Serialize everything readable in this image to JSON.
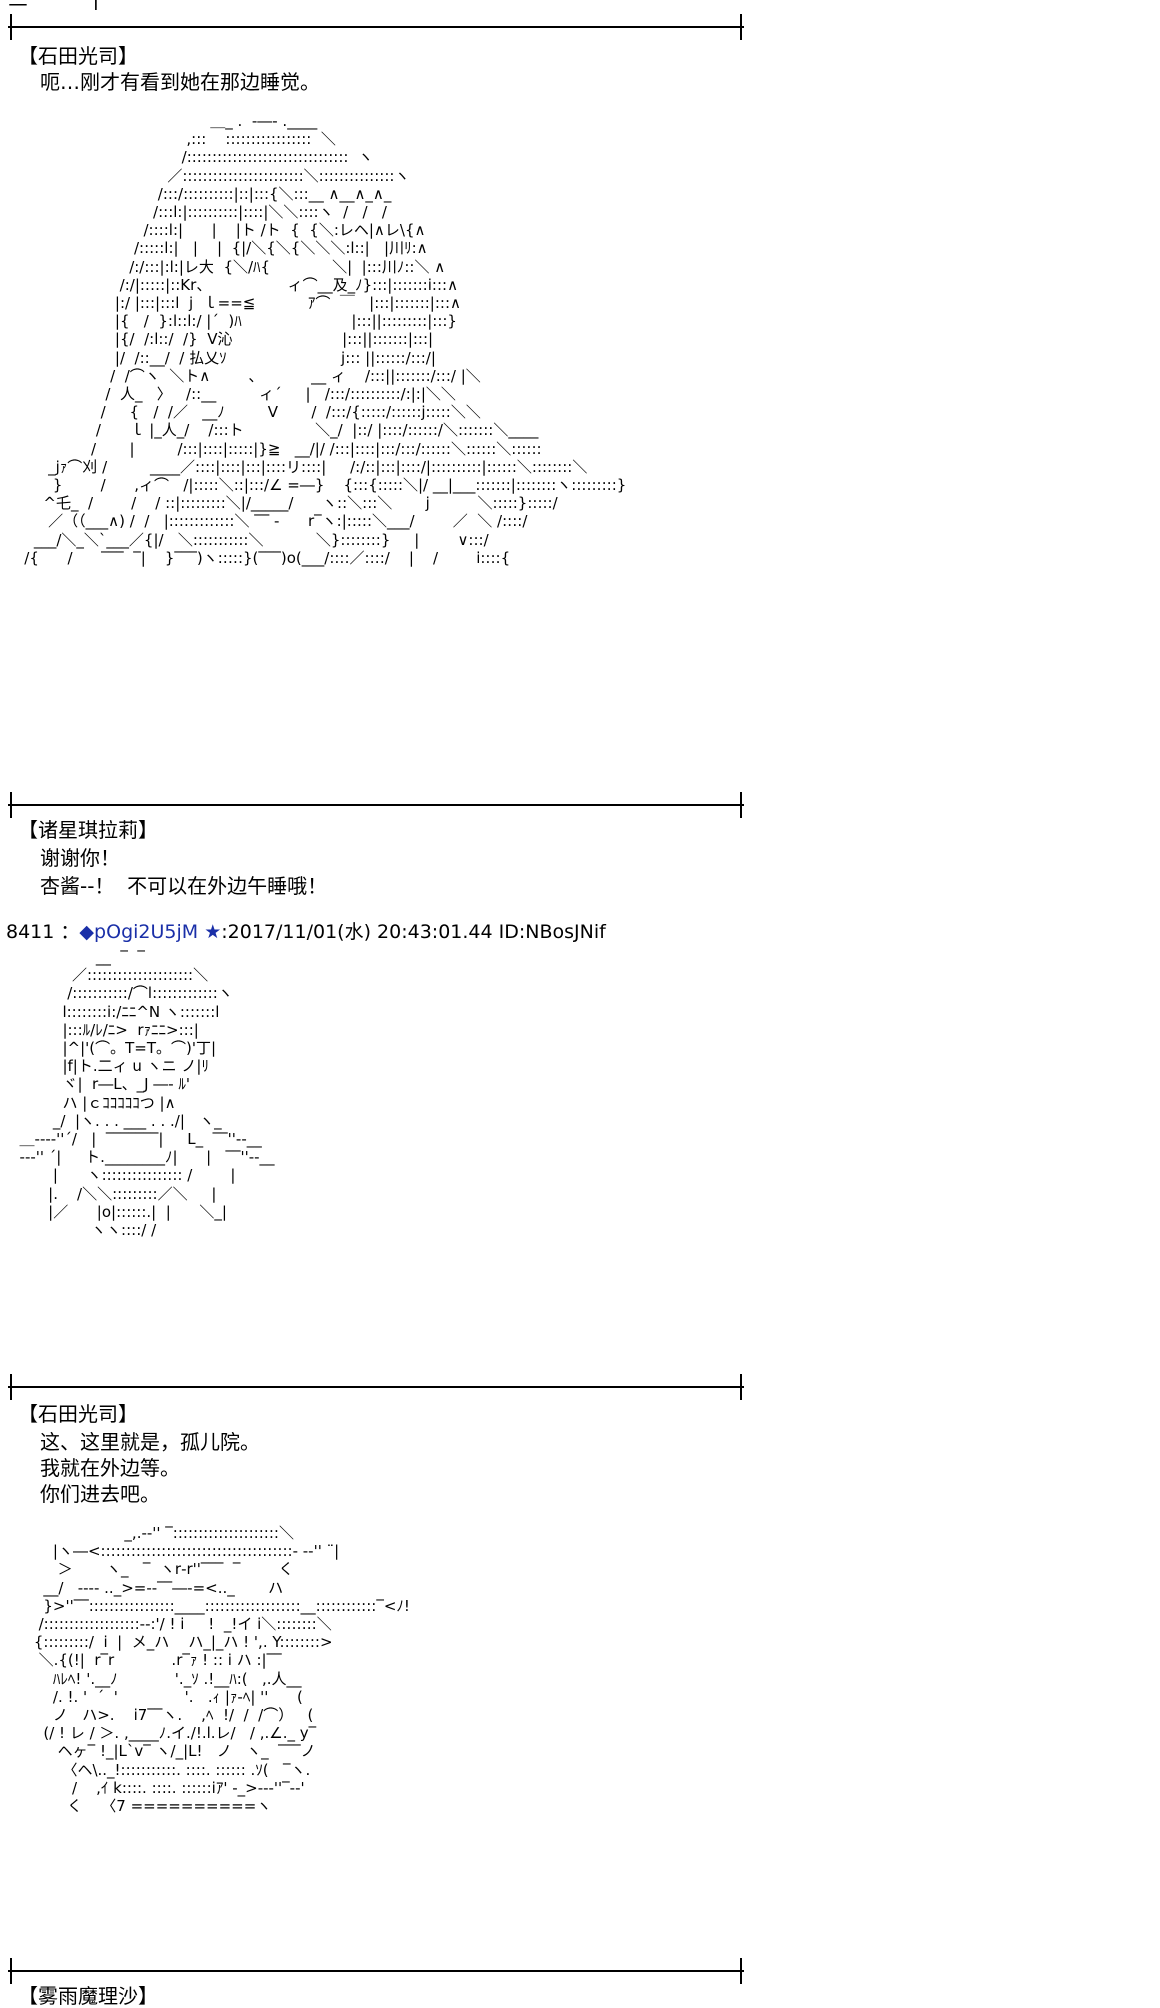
{
  "top_fragment": "三  ―     |",
  "dialogue": [
    {
      "speaker": "【石田光司】",
      "lines": [
        "呃…刚才有看到她在那边睡觉。"
      ]
    },
    {
      "speaker": "【诸星琪拉莉】",
      "lines": [
        "谢谢你！",
        "杏酱--！  不可以在外边午睡哦！"
      ]
    },
    {
      "speaker": "【石田光司】",
      "lines": [
        "这、这里就是，孤儿院。",
        "我就在外边等。",
        "你们进去吧。"
      ]
    },
    {
      "speaker": "【雾雨魔理沙】",
      "lines": []
    }
  ],
  "post": {
    "number": "8411",
    "separator": "：",
    "diamond": "◆",
    "trip": "pOgi2U5jM",
    "star": "★",
    "datetime": ":2017/11/01(水) 20:43:01.44 ID:NBosJNif"
  },
  "ascii_art": {
    "sleeping_girl": "                                          ＿_ .  -―- .____\n                                     ,:::    :::::::::::::::::  ＼\n                                    /::::::::::::::::::::::::::::::::  ヽ\n                                 ／::::::::::::::::::::::::＼:::::::::::::::ヽ\n                               /:::/::::::::::|::|:::{＼:::__ ∧__∧_∧_\n                              /:::l:|::::::::::|::::|＼＼::::ヽ  /   /   /\n                            /::::l:|      |    |ト /ト  {  {＼:レヘ|∧レ\\{∧\n                          /:::::l:|   |    |  {|/＼{＼{＼＼＼:l::|   |川ﾘ:∧\n                         /:/:::|:l:|レ大  {＼/ﾊ{             ＼|  |:::川ﾉ::＼ ∧\n                       /:/|:::::|::Kr、                ィ⌒__及_ﾉ}:::|:::::::i:::∧\n                      |:/ |:::|:::l  j  ｌ==≦           ｱ⌒  ￣   |:::|:::::::|:::∧\n                      |{   /  }:l::l:/ |´  )ﾊ                       |:::||:::::::::|:::}\n                      |{/  /:l::/  /}  V沁                       |:::||:::::::|:::|\n                      |/  /::__/  / 払乂ｿ                        j::: ||::::::/:::/|\n                     /  /⌒ヽ  ＼ト∧        、          __ ィ    /:::||:::::::/:::/ |＼\n                    /  人_   〉   /::__         ィ´     |   /:::/::::::::::/:|:|＼＼\n                   /     {   /  /／   __ﾉ         V       /  /:::/{:::::/::::::j:::::＼＼\n                  /      ｌ |_人_/    /:::ト               ＼_/  |::/ |::::/::::::/＼:::::::＼____\n                 /       |         /:::|::::|:::::|}≧   __/|/ /:::|::::|:::/:::/::::::＼::::::＼::::::\n        _jｧ⌒刈 /         ____／::::|::::|:::|::::リ::::|     /:/::|:::|::::/|::::::::::|::::::＼::::::::＼\n         }        /      ,ィ⌒   /|:::::＼::|:::/∠ =―}    {:::{:::::＼|/ __|___:::::::|::::::::ヽ:::::::::}\n       ^乇_  /        /    / ::|:::::::::＼|/_____/      ヽ::＼:::＼       j          ＼:::::}:::::/\n        ／（（___∧) /  /   |:::::::::::::＼ ‾‾ -      r‾ヽ:|:::::＼___/        ／  ＼ /::::/\n     ___/＼_＼`___／{|/   ＼:::::::::::＼           ＼}::::::::}     |        ∨:::/\n   /{      /      ‾‾‾  ‾|    }‾‾‾)ヽ:::::}(‾‾‾)o(___/::::／::::/    |    /        i::::{",
    "kirari": "                  __  ‾  ‾\n             ／:::::::::::::::::::::＼\n            /:::::::::::/⌒l:::::::::::::ヽ\n           l::::::::i:/ﾆﾆ^N ヽ:::::::l\n           |:::ﾙ/ﾚ/ﾆ>  rｧﾆﾆ>:::|\n           |^|'(⌒。T=T。⌒)'丁|\n           |f|ト.二ィ u ヽニ ノ|ﾘ\n           ヾ|  r―L、_J ―- ﾙ'\n           ハ |ｃｺｺｺｺｺつ |∧\n         _/  |ヽ. . . ___ . . ./|   ヽ_\n  ＿--‐‐''´/   |  ‾‾‾‾‾‾‾|     L_  ‾‾''--__\n  -‐‐'' ´|     ト.________ﾉ|      |   ‾‾''--__\n         |      ヽ:::::::::::::::: /        |\n        |.    /＼＼:::::::::／＼     |\n        |／      |o|::::::.|  |      ＼_|\n                 ヽヽ::::/ /",
    "koji": "                        _,.-‐'' ‾:::::::::::::::::::::＼\n         |ヽ―<::::::::::::::::::::::::::::::::::::::- -‐'' ¨|\n          ＞       ヽ_   ‾  ヽr‐r''‾‾‾  ‾        く\n       __/   ‐--- .._>=‐‐‾‾―‐=<.._       ハ\n       }>''‾‾:::::::::::::::::____:::::::::::::::::::__::::::::::::‾<ﾉ!\n      /:::::::::::::::::::-‐:'/ ! i     !  _!イ i＼::::::::＼\n     {:::::::::/  i  |  メ_ハ    ハ_|_ハ ! ',. Y::::::::>\n      ＼.{(!|  r‾r            .r‾ｧ ! :: i ハ :|‾‾\n         ﾊﾚﾍ! '.__ﾉ            '._ｿ .!__ﾊ:(   ,.人__\n         /. !. '  ´  '              '.   .ｨ |ｧ-ﾍ| ''      (\n         ノ   ハ>.    i7‾‾ヽ.    ,ﾍ  !/  /  /⌒）   (\n       (/ ! レ / ＞. ,____ﾉ.イ./!.l.レ/   / ,.∠._ y‾\n          ヘヶ‾ !_|L`v‾ ヽ/_|L!   ノ   ヽ_  ‾‾‾ノ\n           〈ヘ\\.._!:::::::::::. ::::. :::::: .ｿ(   ‾ヽ.\n             /    ,ｲ k::::. ::::. ::::::iｱ' -_>‐-‐''‾-‐'\n            く    〈7 ==========ヽ"
  }
}
